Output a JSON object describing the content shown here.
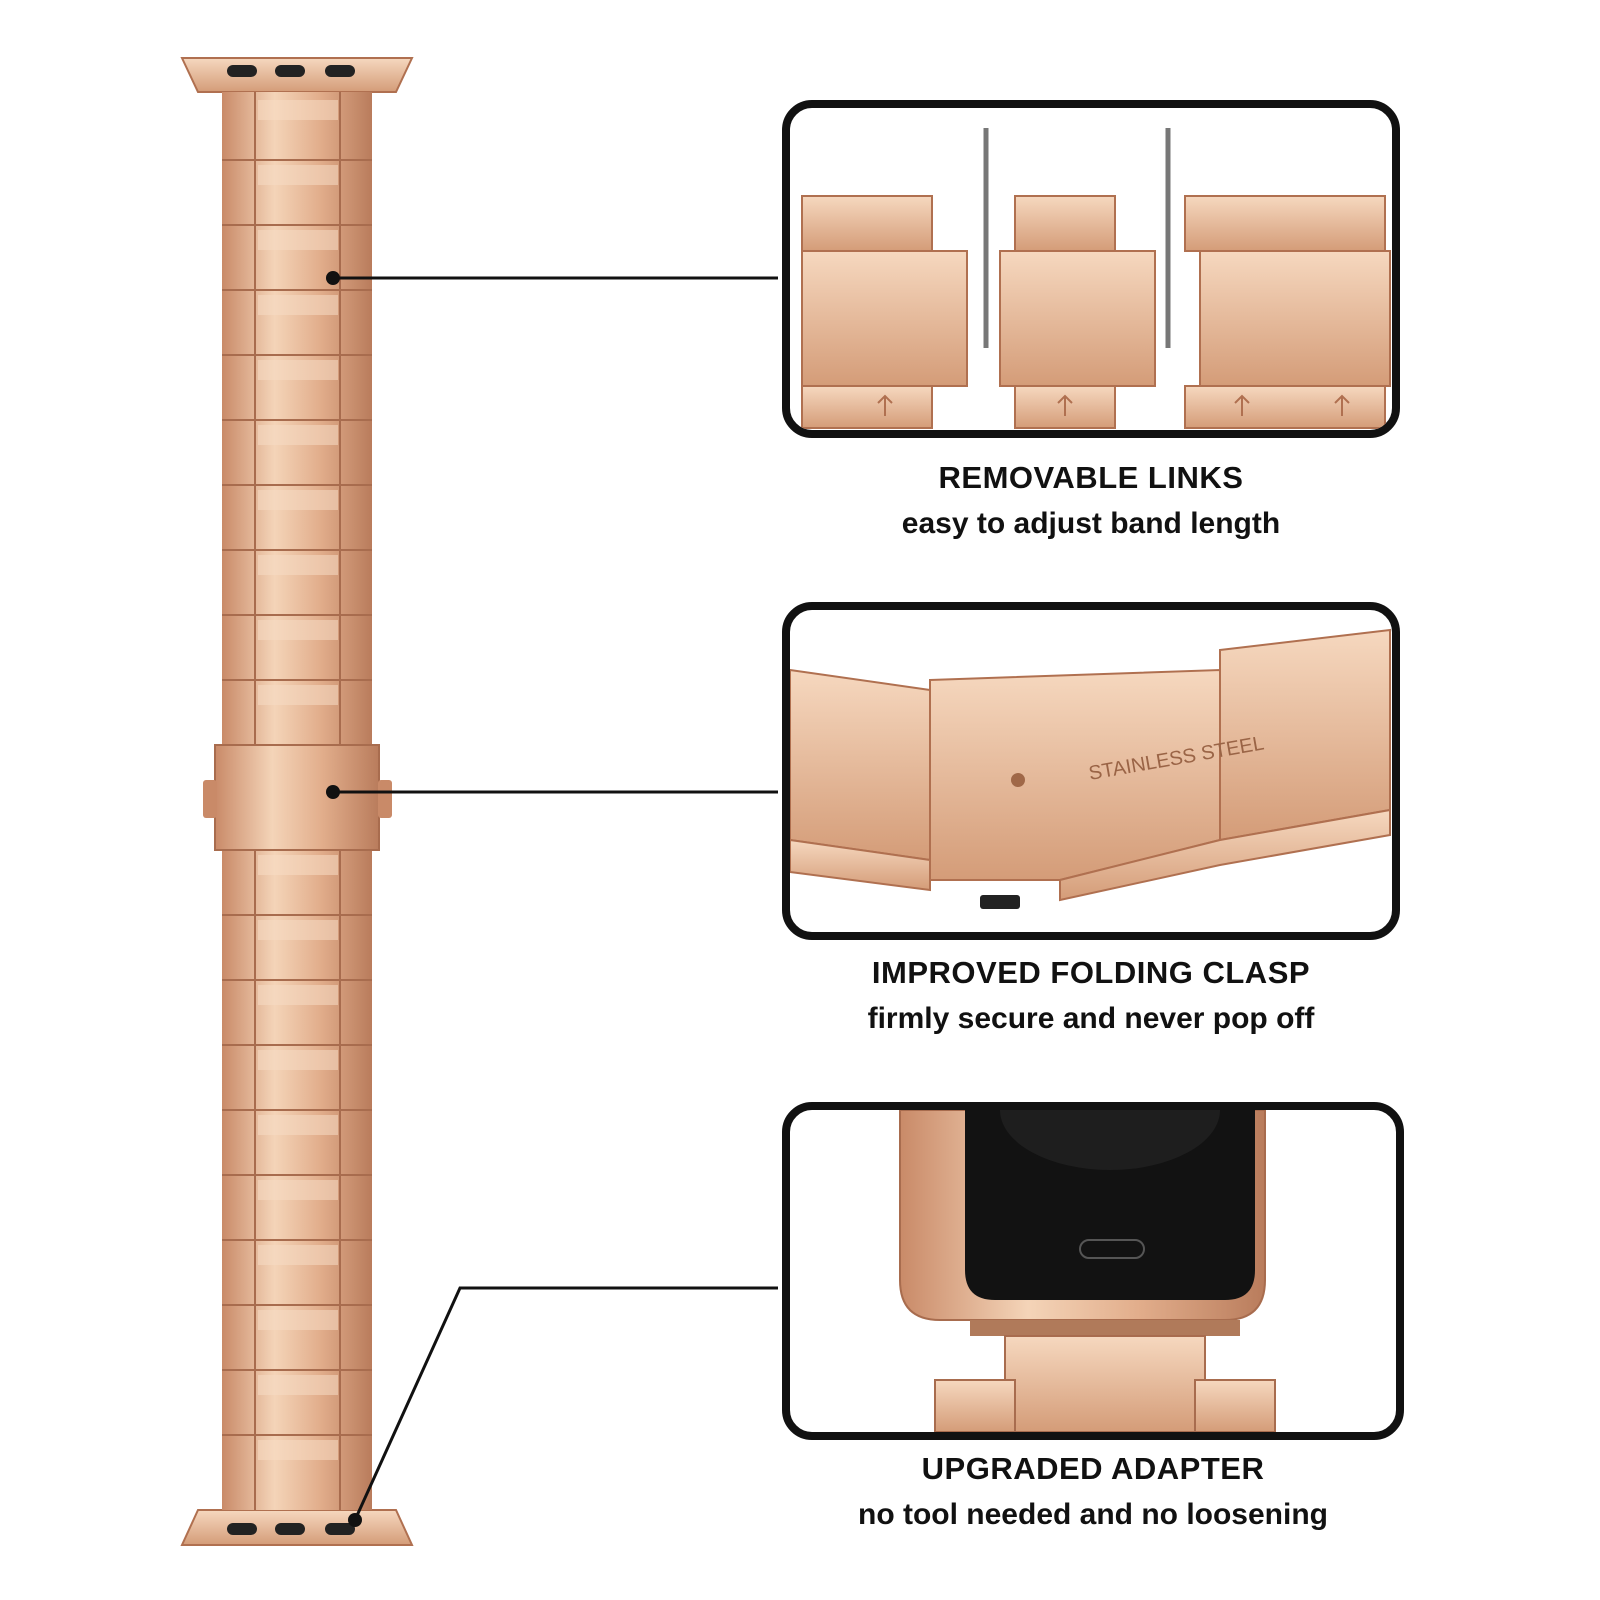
{
  "features": [
    {
      "title": "REMOVABLE LINKS",
      "subtitle": "easy to adjust band length"
    },
    {
      "title": "IMPROVED FOLDING CLASP",
      "subtitle": "firmly secure and never pop off"
    },
    {
      "title": "UPGRADED ADAPTER",
      "subtitle": "no tool needed and no loosening"
    }
  ],
  "clasp_engraving": "STAINLESS STEEL",
  "colors": {
    "rose_gold_light": "#f3cfb0",
    "rose_gold_mid": "#dca07c",
    "rose_gold_dark": "#b77a5a",
    "outline": "#111111",
    "watch_screen": "#121212"
  },
  "icons": [
    "watch-band-image",
    "callout-line",
    "link-pin",
    "arrow-up-icon",
    "clasp-image",
    "watch-case-image"
  ]
}
